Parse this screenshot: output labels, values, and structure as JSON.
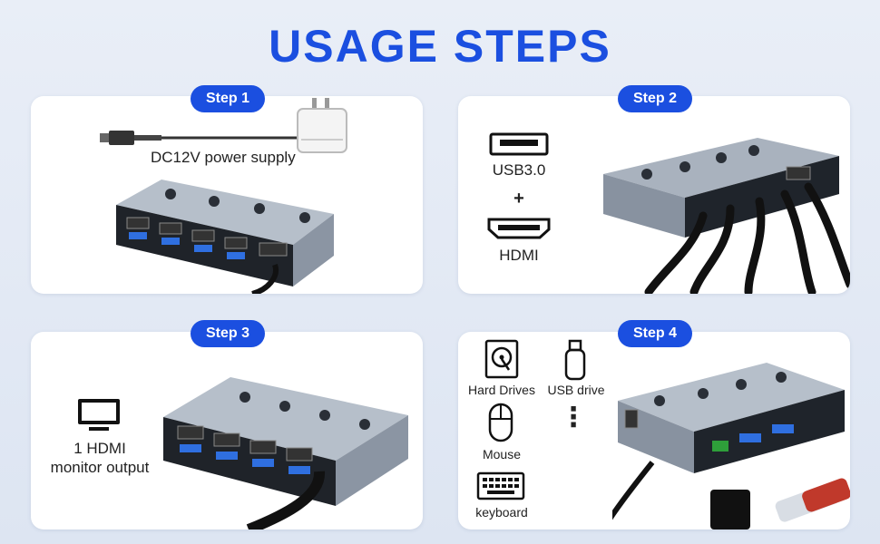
{
  "headline": "USAGE STEPS",
  "colors": {
    "accent": "#1b4fe0",
    "device_body": "#7f8a99",
    "cable": "#1d1d1d"
  },
  "step1": {
    "label": "Step 1",
    "caption": "DC12V power supply",
    "icons": [
      "power-adapter-icon",
      "dc-plug-icon"
    ]
  },
  "step2": {
    "label": "Step 2",
    "usb_label": "USB3.0",
    "plus": "+",
    "hdmi_label": "HDMI",
    "icons": [
      "usb-port-icon",
      "hdmi-port-icon"
    ]
  },
  "step3": {
    "label": "Step 3",
    "monitor_line1": "1 HDMI",
    "monitor_line2": "monitor output",
    "icons": [
      "monitor-icon"
    ]
  },
  "step4": {
    "label": "Step 4",
    "devices": {
      "hard_drives": "Hard Drives",
      "usb_drive": "USB drive",
      "mouse": "Mouse",
      "keyboard": "keyboard",
      "more": "⋮"
    },
    "icons": [
      "hard-drive-icon",
      "usb-drive-icon",
      "mouse-icon",
      "keyboard-icon"
    ]
  }
}
